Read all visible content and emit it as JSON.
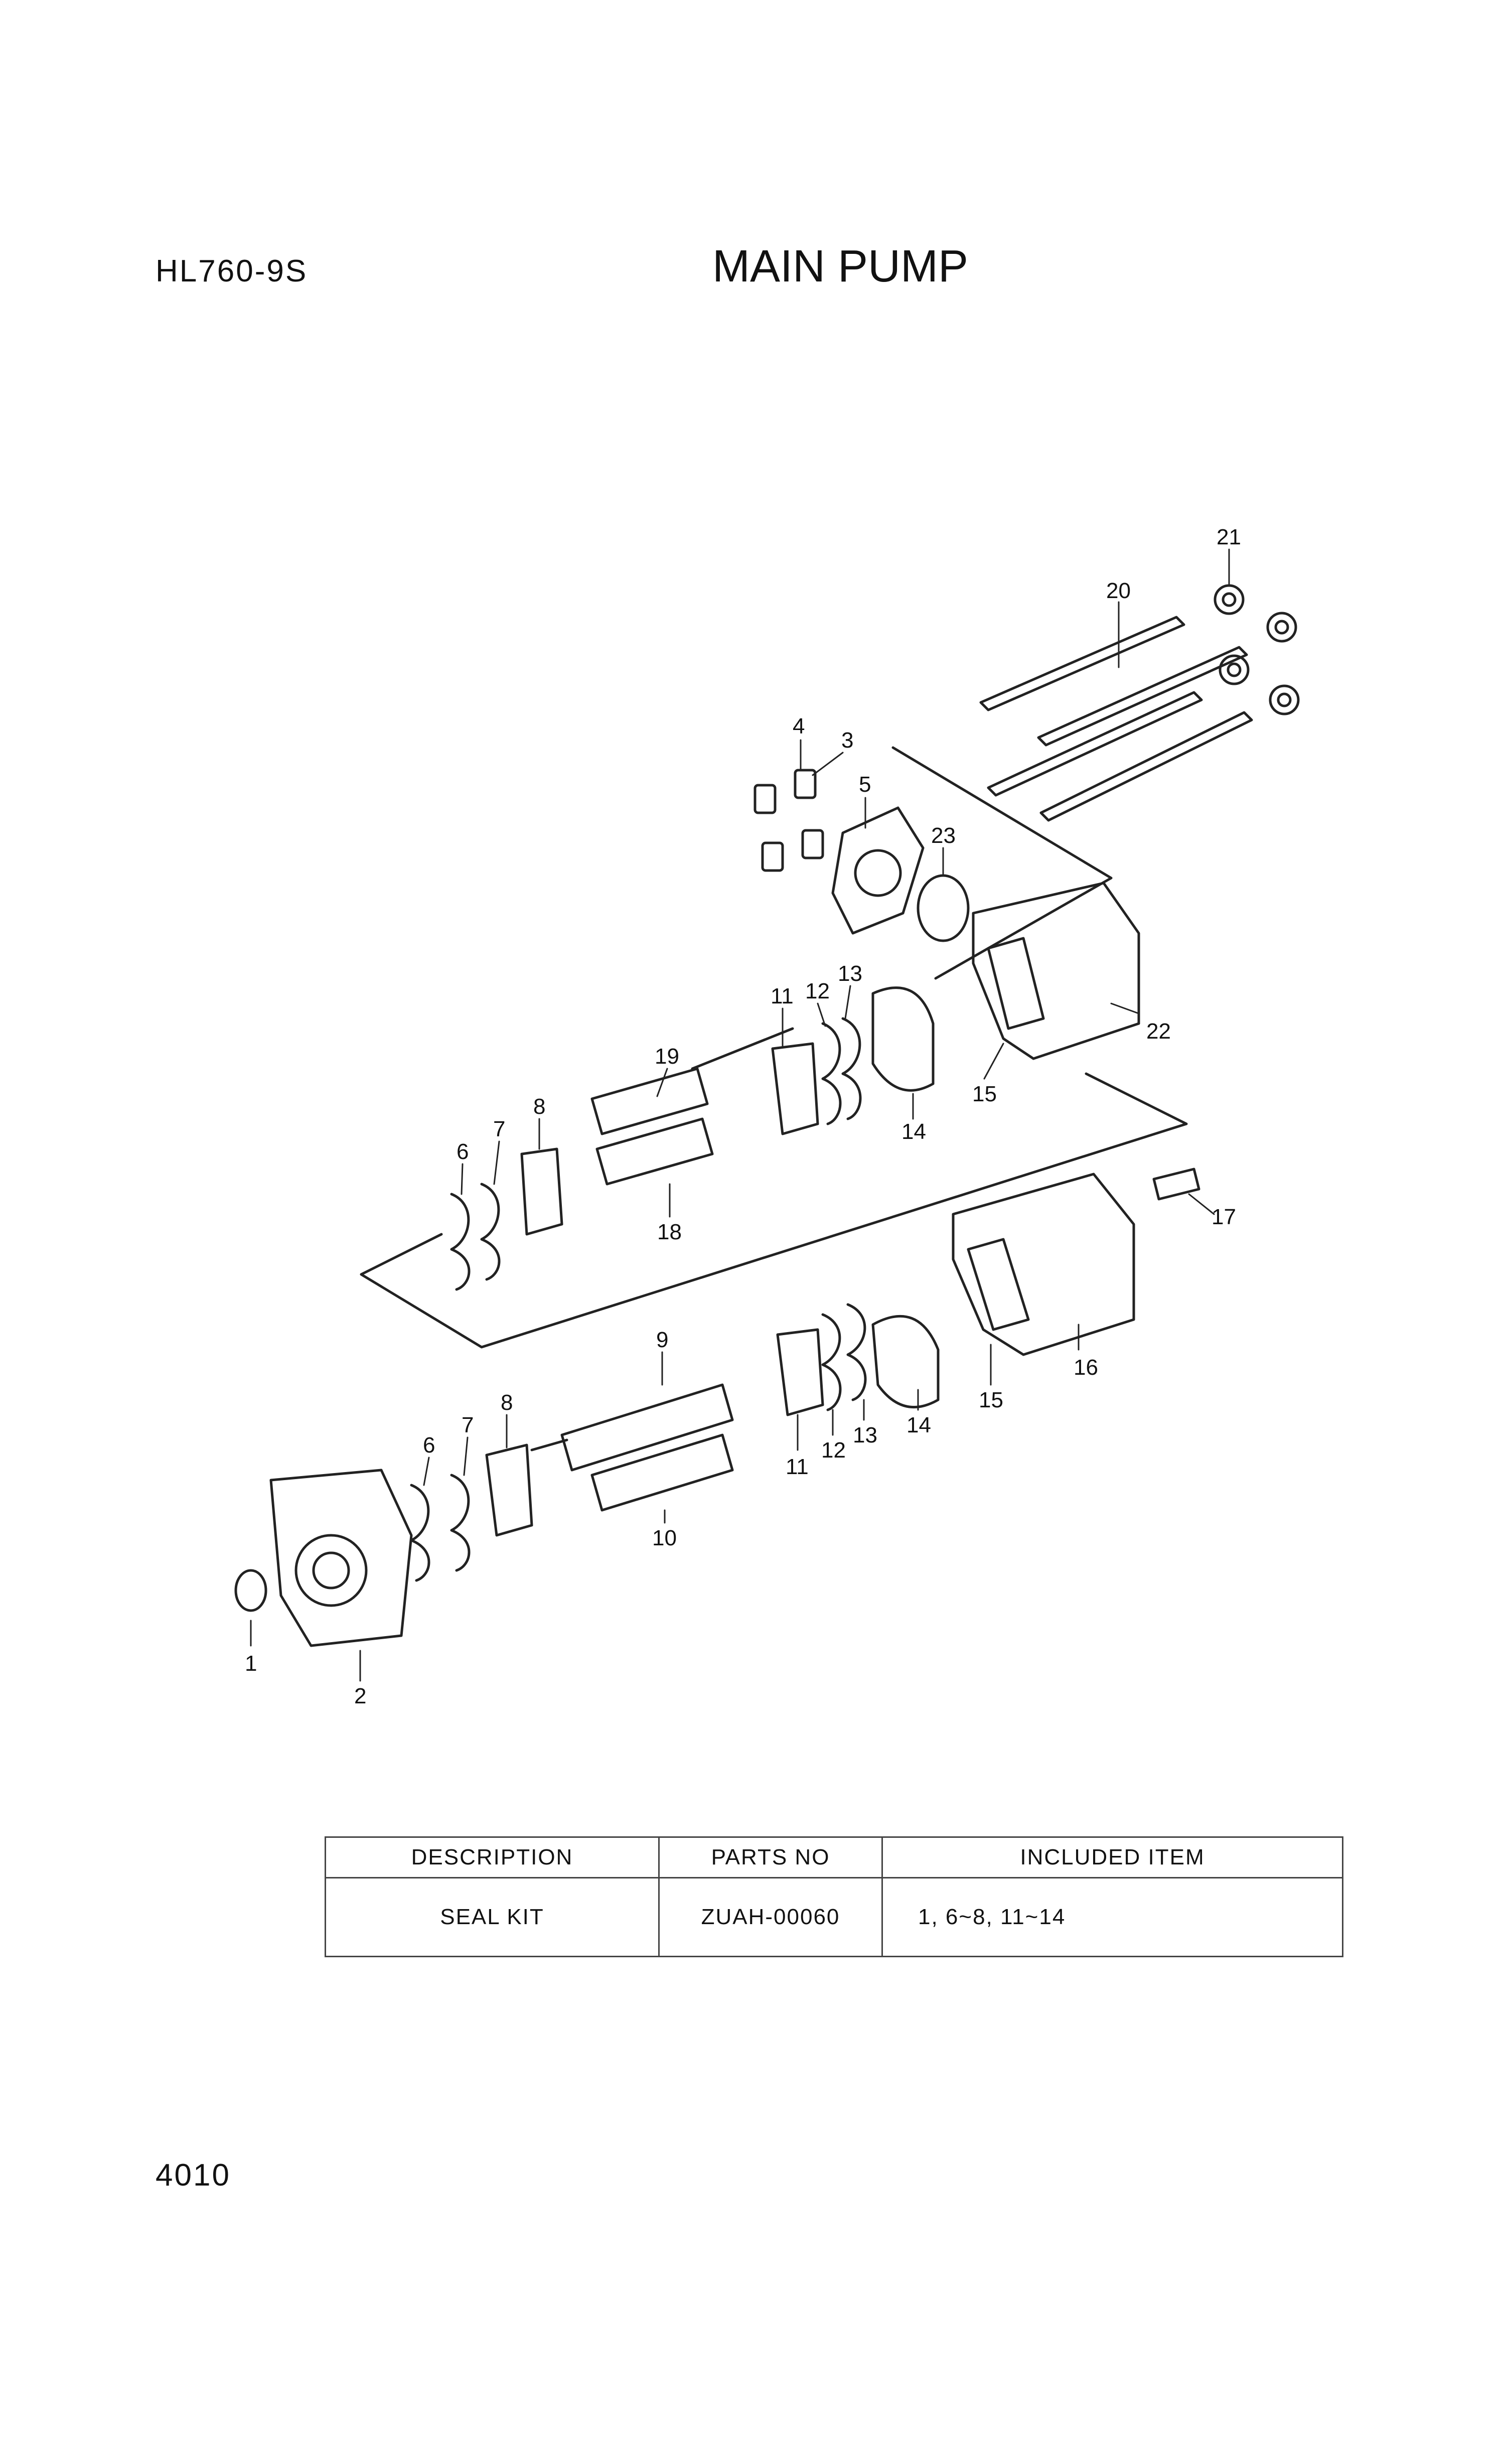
{
  "header": {
    "model": "HL760-9S",
    "title": "MAIN PUMP"
  },
  "footer": {
    "page_number": "4010"
  },
  "callouts": [
    "1",
    "2",
    "3",
    "4",
    "5",
    "6",
    "7",
    "8",
    "9",
    "10",
    "11",
    "12",
    "13",
    "14",
    "15",
    "16",
    "17",
    "18",
    "19",
    "20",
    "21",
    "22",
    "23",
    "6",
    "7",
    "8",
    "11",
    "12",
    "13",
    "14",
    "15"
  ],
  "kit_table": {
    "headers": [
      "DESCRIPTION",
      "PARTS NO",
      "INCLUDED ITEM"
    ],
    "rows": [
      {
        "description": "SEAL KIT",
        "parts_no": "ZUAH-00060",
        "included": "1, 6~8, 11~14"
      }
    ]
  }
}
